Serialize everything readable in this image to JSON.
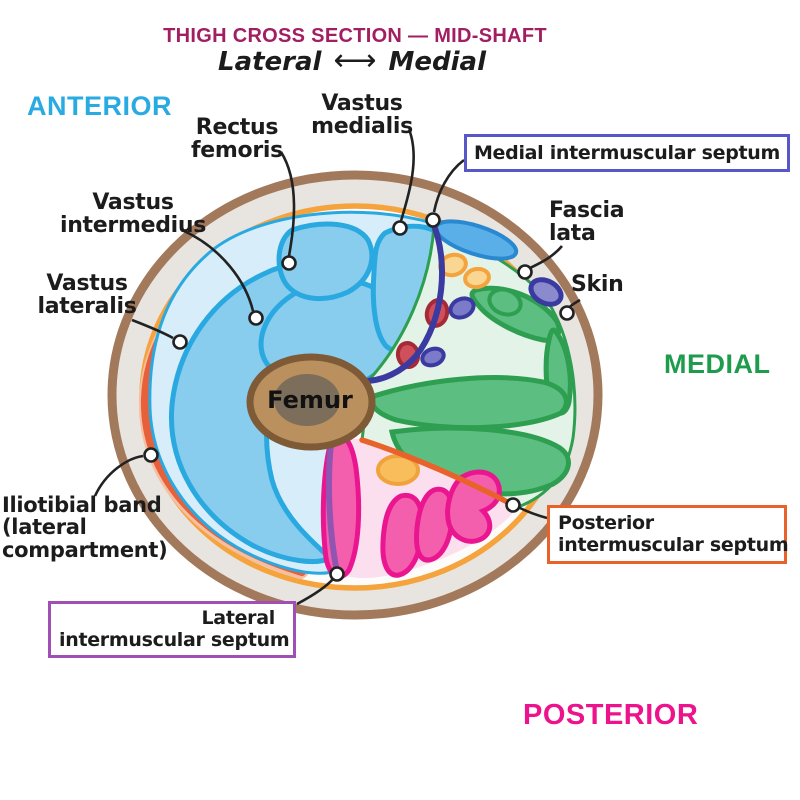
{
  "title": "THIGH CROSS SECTION — MID-SHAFT",
  "orientation": {
    "left": "Lateral",
    "right": "Medial",
    "arrow_glyph": "⟷"
  },
  "regions": {
    "anterior": "ANTERIOR",
    "medial": "MEDIAL",
    "posterior": "POSTERIOR"
  },
  "labels": {
    "rectus_femoris": {
      "lines": [
        "Rectus",
        "femoris"
      ]
    },
    "vastus_medialis": {
      "lines": [
        "Vastus",
        "medialis"
      ]
    },
    "vastus_intermedius": {
      "lines": [
        "Vastus",
        "intermedius"
      ]
    },
    "vastus_lateralis": {
      "lines": [
        "Vastus",
        "lateralis"
      ]
    },
    "fascia_lata": {
      "lines": [
        "Fascia",
        "lata"
      ]
    },
    "skin": "Skin",
    "femur": "Femur",
    "iliotibial_band": {
      "lines": [
        "Iliotibial band",
        "(lateral",
        "compartment)"
      ]
    }
  },
  "callout_boxes": {
    "medial_septum": {
      "text": "Medial intermuscular septum",
      "border_color": "#5757C8"
    },
    "posterior_septum": {
      "lines": [
        "Posterior",
        "intermuscular septum"
      ],
      "border_color": "#E8622A"
    },
    "lateral_septum": {
      "lines": [
        "Lateral",
        "intermuscular septum"
      ],
      "border_color": "#A04FB5"
    }
  },
  "colors": {
    "title_magenta": "#A21E62",
    "anterior_blue": "#29ABE2",
    "medial_green": "#1F9B4D",
    "posterior_pink": "#EC138C",
    "skin_brown": "#A3795C",
    "subcutaneous_gray": "#E8E5E0",
    "fascia_orange": "#F5A33C",
    "iliotibial_red": "#E8603A",
    "quad_muscle_fill": "#88CCEE",
    "quad_muscle_stroke": "#2AA9E1",
    "medial_muscle_fill": "#5CBE81",
    "medial_muscle_stroke": "#2E9E50",
    "posterior_muscle_fill": "#F45FAD",
    "posterior_muscle_stroke": "#EA1690",
    "femur_tan": "#BA905E",
    "medial_septum_line": "#3A3AA0",
    "lateral_septum_line": "#9055B0",
    "posterior_septum_line": "#E8622A"
  }
}
